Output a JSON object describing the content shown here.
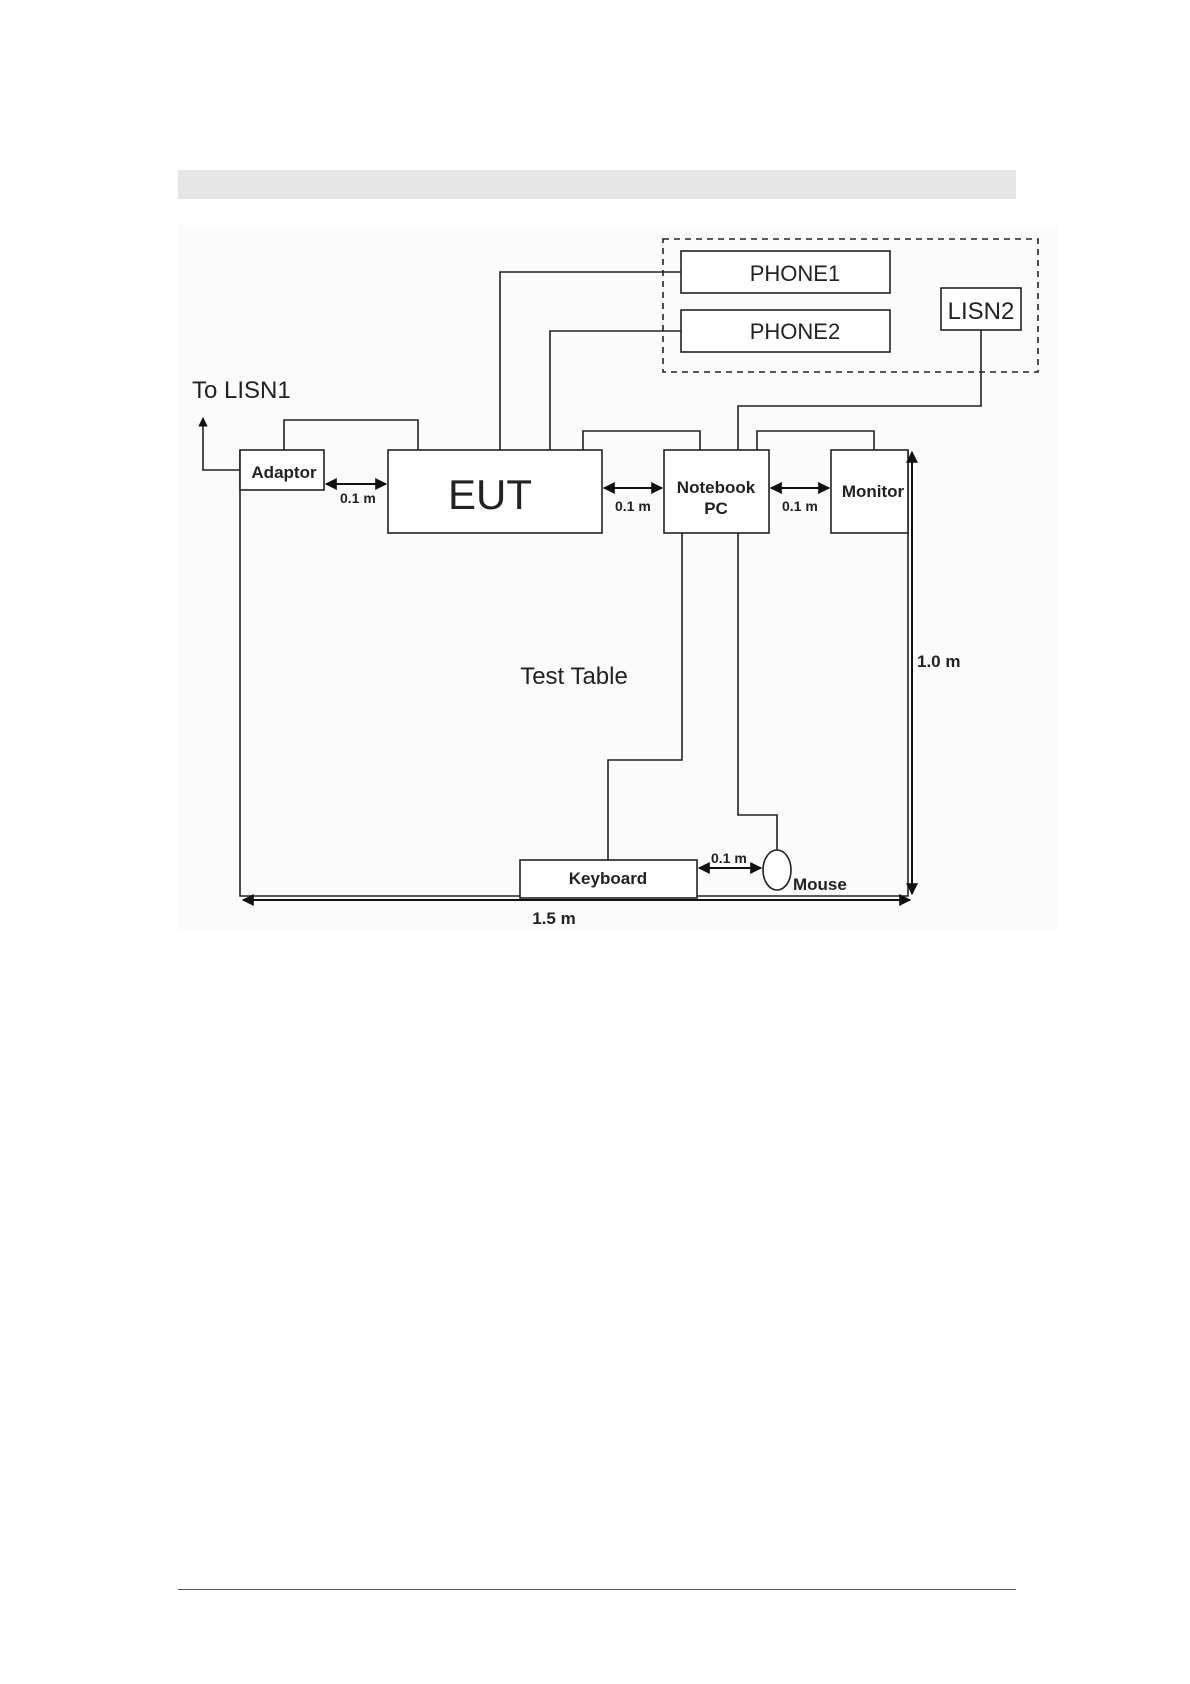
{
  "diagram": {
    "nodes": {
      "phone1": "PHONE1",
      "phone2": "PHONE2",
      "lisn2": "LISN2",
      "to_lisn1": "To LISN1",
      "adaptor": "Adaptor",
      "eut": "EUT",
      "notebook_line1": "Notebook",
      "notebook_line2": "PC",
      "monitor": "Monitor",
      "keyboard": "Keyboard",
      "mouse": "Mouse",
      "table": "Test  Table"
    },
    "dimensions": {
      "adaptor_eut": "0.1 m",
      "eut_notebook": "0.1 m",
      "notebook_monitor": "0.1 m",
      "keyboard_mouse": "0.1 m",
      "table_depth": "1.0 m",
      "table_width": "1.5 m"
    }
  }
}
